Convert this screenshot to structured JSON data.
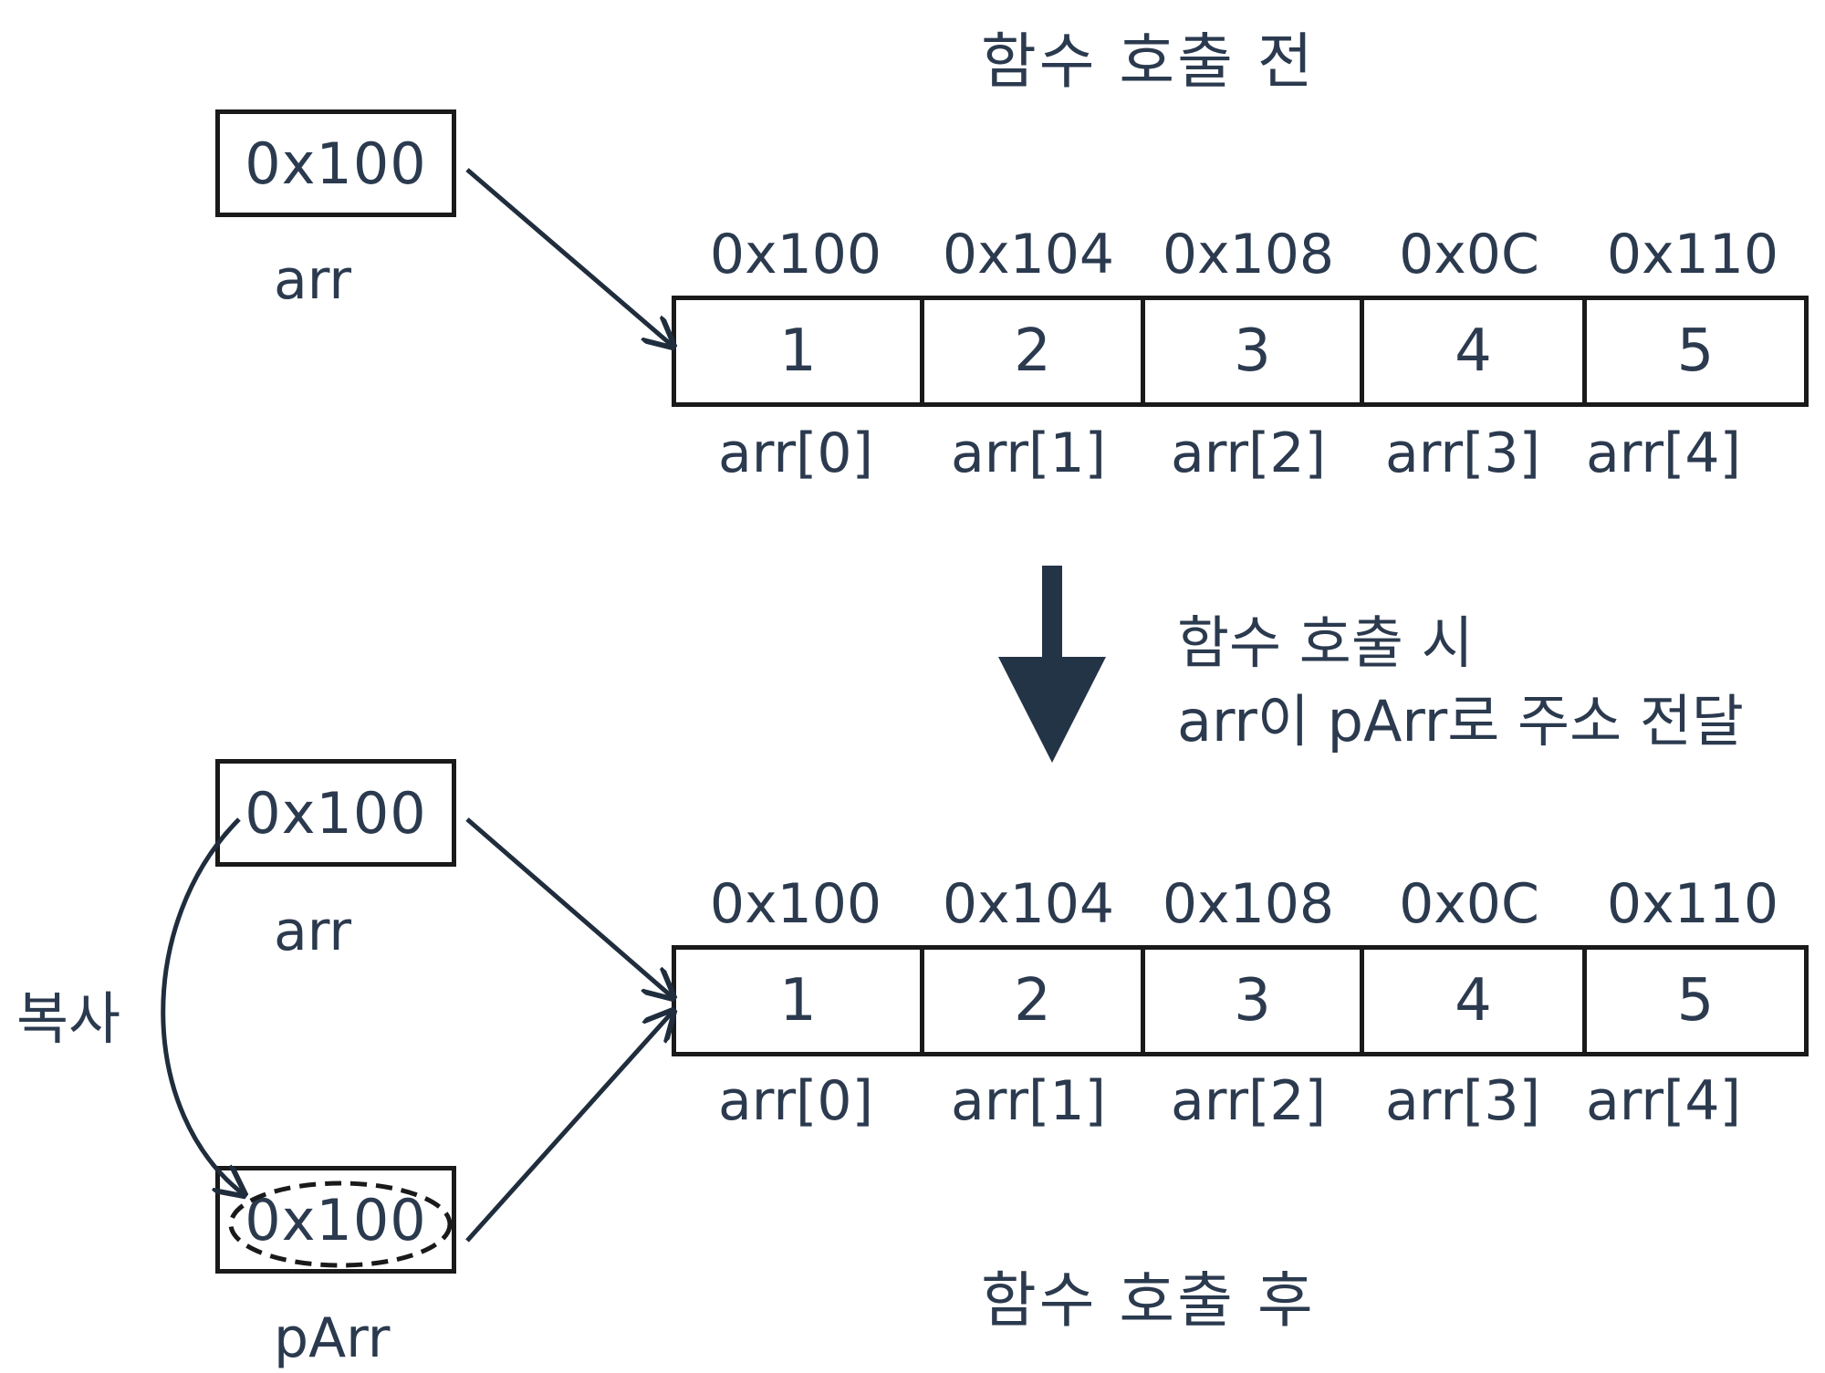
{
  "before": {
    "heading": "함수 호출 전",
    "arr_box": {
      "value": "0x100",
      "label": "arr"
    },
    "addresses": [
      "0x100",
      "0x104",
      "0x108",
      "0x0C",
      "0x110"
    ],
    "values": [
      "1",
      "2",
      "3",
      "4",
      "5"
    ],
    "indices": [
      "arr[0]",
      "arr[1]",
      "arr[2]",
      "arr[3]",
      "arr[4]"
    ]
  },
  "transition": {
    "line1": "함수 호출 시",
    "line2": "arr이  pArr로 주소 전달"
  },
  "after": {
    "heading": "함수 호출 후",
    "arr_box": {
      "value": "0x100",
      "label": "arr"
    },
    "parr_box": {
      "value": "0x100",
      "label": "pArr"
    },
    "copy_label": "복사",
    "addresses": [
      "0x100",
      "0x104",
      "0x108",
      "0x0C",
      "0x110"
    ],
    "values": [
      "1",
      "2",
      "3",
      "4",
      "5"
    ],
    "indices": [
      "arr[0]",
      "arr[1]",
      "arr[2]",
      "arr[3]",
      "arr[4]"
    ]
  }
}
